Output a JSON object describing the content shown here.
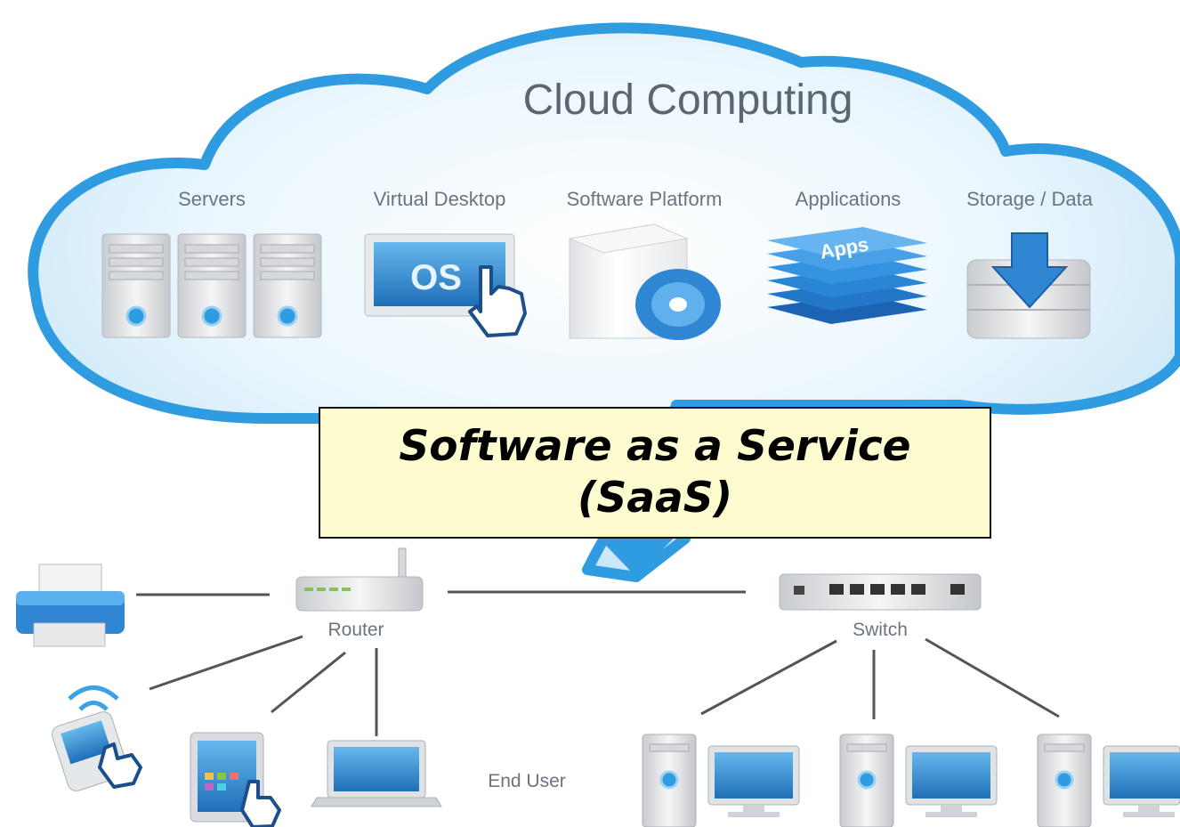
{
  "cloud": {
    "title": "Cloud Computing",
    "categories": [
      {
        "label": "Servers",
        "icon": "servers-icon"
      },
      {
        "label": "Virtual Desktop",
        "icon": "virtual-desktop-icon",
        "icon_text": "OS"
      },
      {
        "label": "Software Platform",
        "icon": "software-box-icon"
      },
      {
        "label": "Applications",
        "icon": "apps-stack-icon",
        "icon_text": "Apps"
      },
      {
        "label": "Storage / Data",
        "icon": "storage-icon"
      }
    ]
  },
  "callout": {
    "line1": "Software as a Service",
    "line2": "(SaaS)"
  },
  "network": {
    "router_label": "Router",
    "switch_label": "Switch",
    "end_user_label": "End User"
  },
  "colors": {
    "cloud_blue": "#2f9be0",
    "cloud_fill": "#dff1fc",
    "callout_bg": "#fdfccf",
    "line_gray": "#555555"
  }
}
